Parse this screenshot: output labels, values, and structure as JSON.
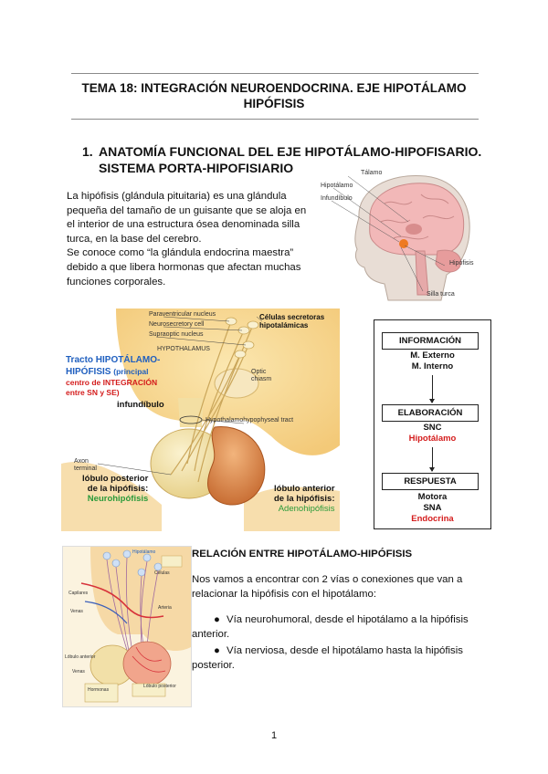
{
  "title": {
    "line1": "TEMA 18: INTEGRACIÓN NEUROENDOCRINA. EJE HIPOTÁLAMO",
    "line2": "HIPÓFISIS"
  },
  "section1": {
    "number": "1.",
    "line1": "ANATOMÍA FUNCIONAL DEL EJE HIPOTÁLAMO-HIPOFISARIO.",
    "line2": "SISTEMA PORTA-HIPOFISIARIO"
  },
  "intro": {
    "p1": "La hipófisis (glándula pituitaria) es una glándula pequeña del tamaño de un guisante que se aloja en el interior de una estructura ósea denominada silla turca, en la base del cerebro.",
    "p2": "Se conoce como “la glándula endocrina maestra” debido a que libera hormonas que afectan muchas funciones corporales."
  },
  "brain_figure": {
    "labels": [
      "Tálamo",
      "Hipotálamo",
      "Infundíbulo",
      "Hipófisis",
      "Silla turca"
    ]
  },
  "pituitary_figure": {
    "labels": {
      "paraventricular": "Paraventricular nucleus",
      "neurosecretory": "Neurosecretory cell",
      "supraoptic": "Supraoptic nucleus",
      "hypothalamus": "HYPOTHALAMUS",
      "optic": "Optic chiasm",
      "tract": "Hypothalamohypophyseal tract",
      "axon1": "Axon",
      "axon2": "terminal"
    },
    "celulas1": "Células secretoras",
    "celulas2": "hipotalámicas",
    "tracto1": "Tracto HIPOTÁLAMO-",
    "tracto2": "HIPÓFISIS",
    "tracto3": "(principal",
    "tracto4": "centro de INTEGRACIÓN",
    "tracto5": "entre SN y SE)",
    "infundibulo": "infundíbulo",
    "posterior1": "lóbulo posterior",
    "posterior2": "de la hipófisis:",
    "posterior3": "Neurohipófisis",
    "anterior1": "lóbulo anterior",
    "anterior2": "de la hipófisis:",
    "anterior3": "Adenohipófisis"
  },
  "flow": {
    "box1": "INFORMACIÓN",
    "box1_items": [
      "M. Externo",
      "M. Interno"
    ],
    "box2": "ELABORACIÓN",
    "box2_items": [
      "SNC",
      "Hipotálamo"
    ],
    "box3": "RESPUESTA",
    "box3_items": [
      "Motora",
      "SNA",
      "Endocrina"
    ],
    "colors": {
      "red": "#d41c1c",
      "blue": "#1f5fbf",
      "green": "#2a9a3a"
    }
  },
  "section2": {
    "heading": "RELACIÓN ENTRE HIPOTÁLAMO-HIPÓFISIS",
    "para": "Nos vamos a encontrar con 2 vías o conexiones que van a relacionar la hipófisis con el hipotálamo:",
    "bullets": [
      "Vía neurohumoral, desde el hipotálamo a la hipófisis anterior.",
      "Vía nerviosa, desde el hipotálamo hasta la hipófisis posterior."
    ]
  },
  "portal_figure": {
    "labels": [
      "Hipotálamo",
      "Células",
      "Capilares",
      "Arteria",
      "Venas",
      "Lóbulo anterior",
      "Lóbulo posterior",
      "Hormonas",
      "Venas"
    ]
  },
  "page_number": "1"
}
